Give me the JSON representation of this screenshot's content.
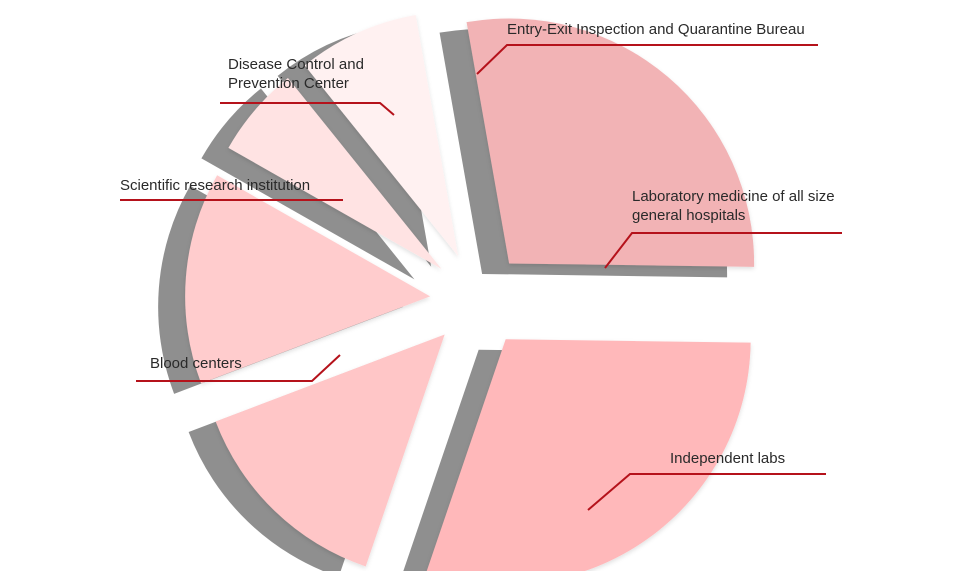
{
  "chart_data": {
    "type": "pie",
    "style": "3d-exploded",
    "categories": [
      "Laboratory medicine of all size general hospitals",
      "Independent labs",
      "Blood centers",
      "Scientific research institution",
      "Disease Control and Prevention Center",
      "Entry-Exit Inspection and Quarantine Bureau"
    ],
    "labels": [
      [
        "Laboratory medicine of all size",
        "general hospitals"
      ],
      [
        "Independent labs"
      ],
      [
        "Blood centers"
      ],
      [
        "Scientific research institution"
      ],
      [
        "Disease Control and",
        "Prevention Center"
      ],
      [
        "Entry-Exit Inspection and Quarantine Bureau"
      ]
    ],
    "values": [
      28,
      30,
      14,
      14,
      6,
      8
    ],
    "colors": [
      "#f2b3b5",
      "#ffb8ba",
      "#ffc6c7",
      "#ffcccd",
      "#ffe3e3",
      "#fff1f1"
    ],
    "side_color": "#8f8f8f",
    "leader_color": "#b5121b",
    "legend": "callout-labels"
  }
}
